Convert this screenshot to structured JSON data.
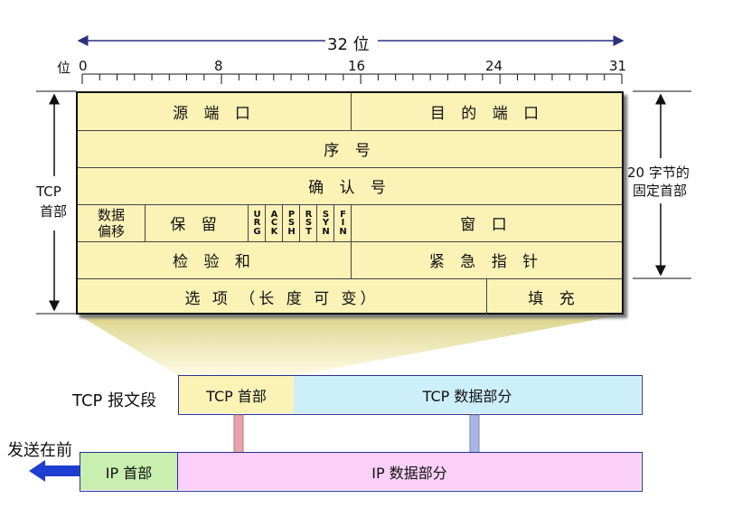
{
  "ruler": {
    "width_label": "32 位",
    "unit_label": "位",
    "ticks": [
      "0",
      "8",
      "16",
      "24",
      "31"
    ]
  },
  "left_brace_label": [
    "TCP",
    "首部"
  ],
  "right_brace_label": [
    "20 字节的",
    "固定首部"
  ],
  "fields": {
    "src_port": "源 端 口",
    "dst_port": "目 的 端 口",
    "seq": "序 号",
    "ack_num": "确 认 号",
    "data_offset": [
      "数据",
      "偏移"
    ],
    "reserved": "保 留",
    "flags": [
      [
        "U",
        "R",
        "G"
      ],
      [
        "A",
        "C",
        "K"
      ],
      [
        "P",
        "S",
        "H"
      ],
      [
        "R",
        "S",
        "T"
      ],
      [
        "S",
        "Y",
        "N"
      ],
      [
        "F",
        "I",
        "N"
      ]
    ],
    "window": "窗 口",
    "checksum": "检 验 和",
    "urgent_ptr": "紧 急 指 针",
    "options": "选 项 （长 度 可 变）",
    "padding": "填 充"
  },
  "segment": {
    "label": "TCP 报文段",
    "header": "TCP 首部",
    "data": "TCP 数据部分"
  },
  "ip_packet": {
    "send_first": "发送在前",
    "header": "IP 首部",
    "data": "IP 数据部分"
  },
  "colors": {
    "table_fill": "#fbf2b6",
    "segment_header_fill": "#fbf2b6",
    "segment_data_fill": "#cdeefb",
    "ip_header_fill": "#c8eeb0",
    "ip_data_fill": "#fbd0f8",
    "box_border": "#2b2f8f",
    "ruler_arrow": "#2a2f7f",
    "send_arrow": "#1d3fd1",
    "pink_arrow": "#e9a4aa",
    "blue_arrow": "#a9b6e6"
  }
}
